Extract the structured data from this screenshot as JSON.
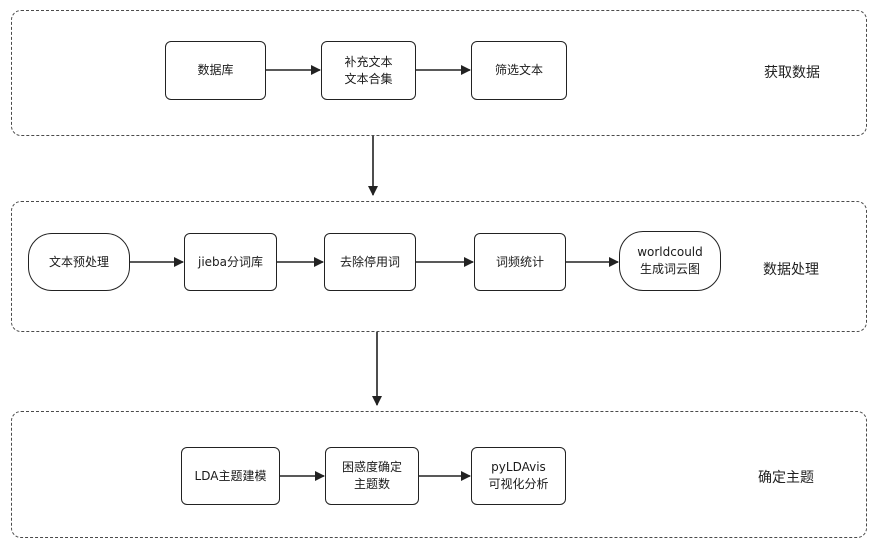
{
  "stages": [
    {
      "label": "获取数据",
      "nodes": [
        "数据库",
        "补充文本\n文本合集",
        "筛选文本"
      ]
    },
    {
      "label": "数据处理",
      "nodes": [
        "文本预处理",
        "jieba分词库",
        "去除停用词",
        "词频统计",
        "worldcould\n生成词云图"
      ]
    },
    {
      "label": "确定主题",
      "nodes": [
        "LDA主题建模",
        "困惑度确定\n主题数",
        "pyLDAvis\n可视化分析"
      ]
    }
  ]
}
